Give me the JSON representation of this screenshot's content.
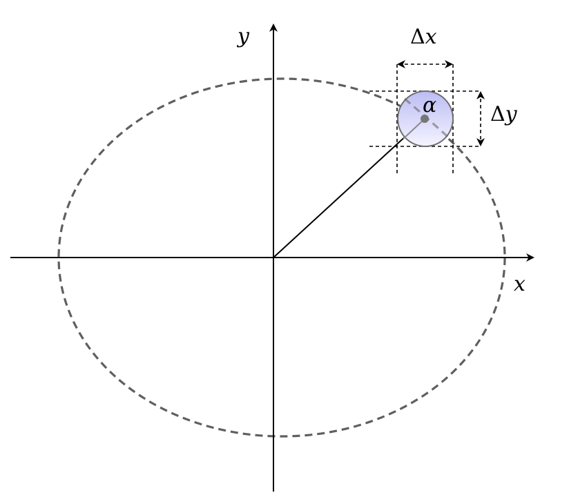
{
  "labels": {
    "x_axis": "x",
    "y_axis": "y",
    "delta_x_symbol": "Δ",
    "delta_x_var": "x",
    "delta_y_symbol": "Δ",
    "delta_y_var": "y",
    "angle": "α"
  },
  "colors": {
    "axis": "#000000",
    "ellipse": "#5f5f5f",
    "circle_fill_top": "#bcbcf4",
    "circle_fill_bottom": "#f4f4ff",
    "circle_stroke": "#6e6e6e",
    "dimension_lines": "#000000"
  }
}
